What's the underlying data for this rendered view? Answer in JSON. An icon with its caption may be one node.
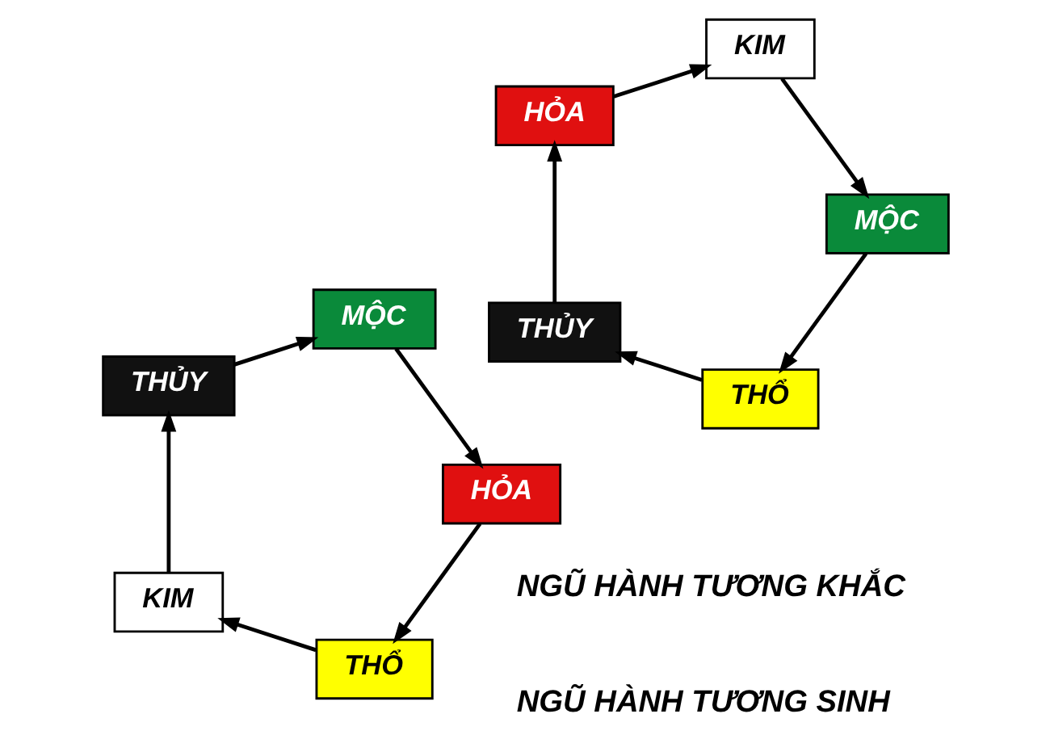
{
  "diagram": {
    "nodes": [
      {
        "text": [
          "THỔ"
        ]
      },
      {
        "text": [
          "HỎA"
        ]
      },
      {
        "text": [
          "KIM"
        ]
      },
      {
        "text": [
          "MỘC"
        ]
      },
      {
        "text": [
          "THỦY"
        ]
      },
      {
        "text": [
          "THỔ"
        ]
      },
      {
        "text": [
          "THỦY"
        ]
      },
      {
        "text": [
          "MỘC"
        ]
      },
      {
        "text": [
          "HỎA"
        ]
      },
      {
        "text": [
          "KIM"
        ]
      }
    ],
    "edges": [
      {
        "from": 0,
        "to": 2,
        "arrow": "to"
      },
      {
        "from": 2,
        "to": 4,
        "arrow": "to"
      },
      {
        "from": 4,
        "to": 3,
        "arrow": "to"
      },
      {
        "from": 3,
        "to": 1,
        "arrow": "to"
      },
      {
        "from": 1,
        "to": 0,
        "arrow": "to"
      },
      {
        "from": 7,
        "to": 5,
        "arrow": "to"
      },
      {
        "from": 5,
        "to": 6,
        "arrow": "to"
      },
      {
        "from": 6,
        "to": 8,
        "arrow": "to"
      },
      {
        "from": 8,
        "to": 9,
        "arrow": "to"
      },
      {
        "from": 9,
        "to": 7,
        "arrow": "to"
      }
    ],
    "labels": [
      "NGŨ HÀNH TƯƠNG SINH",
      "NGŨ HÀNH TƯƠNG KHẮC"
    ]
  }
}
